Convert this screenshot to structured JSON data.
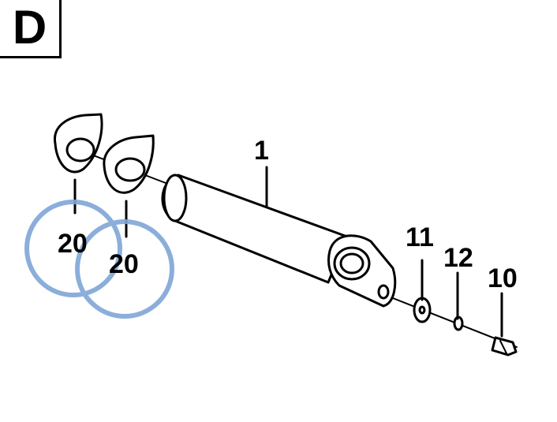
{
  "section": {
    "letter": "D"
  },
  "parts": {
    "p1": "1",
    "p20a": "20",
    "p20b": "20",
    "p11": "11",
    "p12": "12",
    "p10": "10"
  },
  "colors": {
    "line": "#000000",
    "highlight_circle": "#7fa6d6",
    "background": "#ffffff"
  }
}
